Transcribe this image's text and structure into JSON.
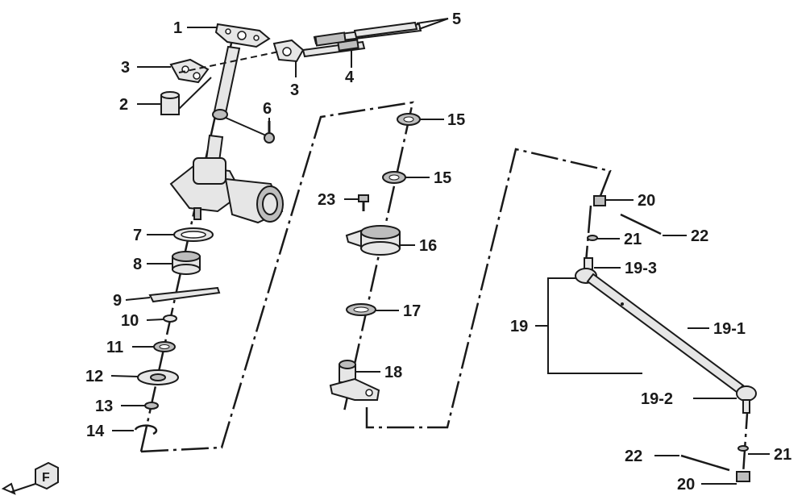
{
  "diagram": {
    "callouts": {
      "c1": "1",
      "c2": "2",
      "c3a": "3",
      "c3b": "3",
      "c4": "4",
      "c5": "5",
      "c6": "6",
      "c7": "7",
      "c8": "8",
      "c9": "9",
      "c10": "10",
      "c11": "11",
      "c12": "12",
      "c13": "13",
      "c14": "14",
      "c15a": "15",
      "c15b": "15",
      "c16": "16",
      "c17": "17",
      "c18": "18",
      "c19": "19",
      "c19_1": "19-1",
      "c19_2": "19-2",
      "c19_3": "19-3",
      "c20a": "20",
      "c20b": "20",
      "c21a": "21",
      "c21b": "21",
      "c22a": "22",
      "c22b": "22",
      "c23": "23"
    },
    "front_symbol": "F"
  }
}
